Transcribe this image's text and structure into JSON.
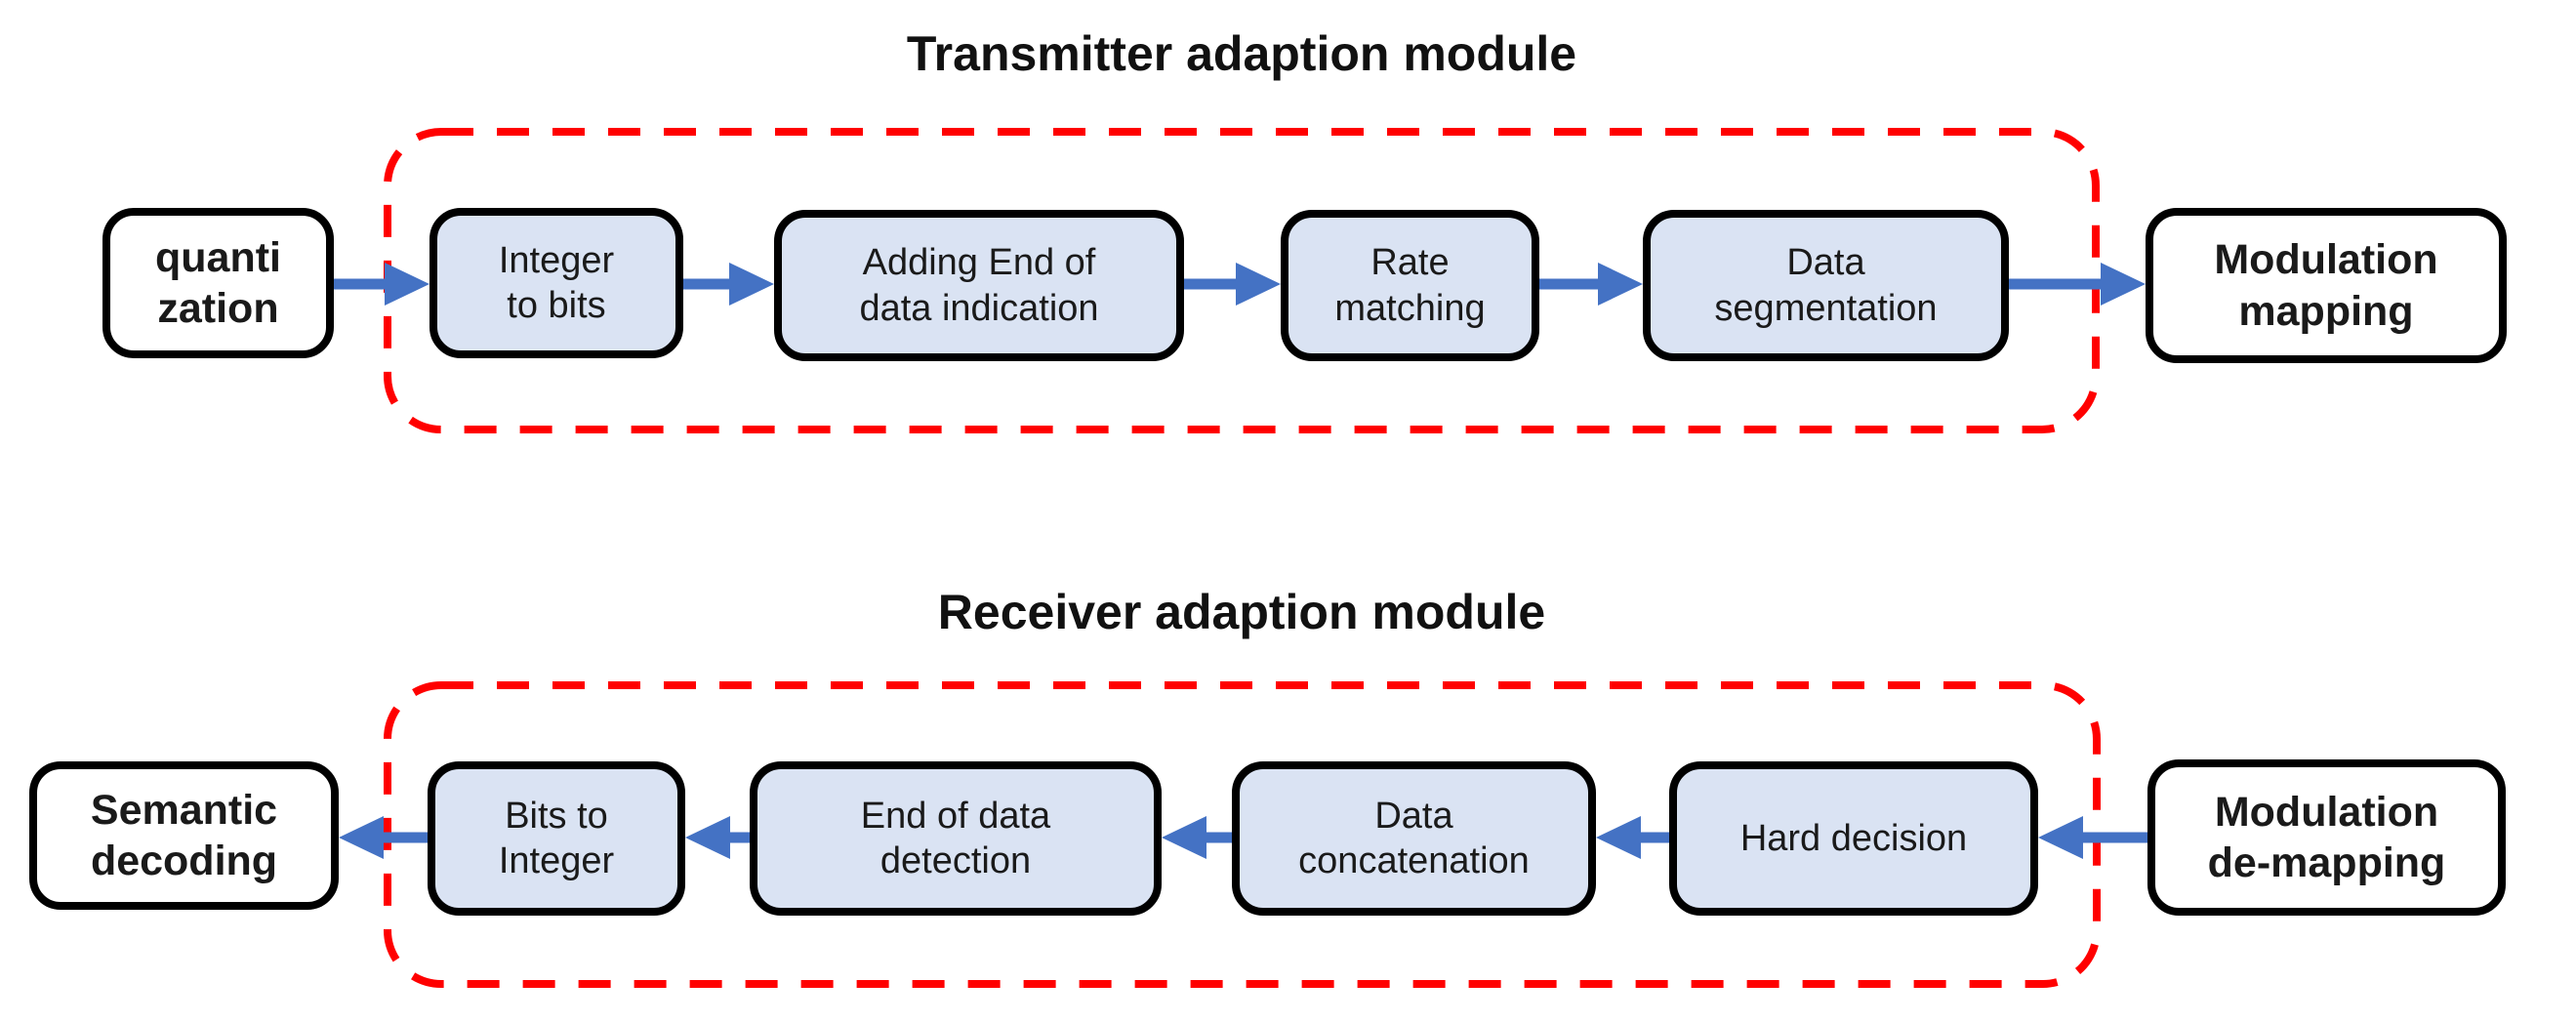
{
  "colors": {
    "step_box_fill": "#DAE3F3",
    "io_box_fill": "#FFFFFF",
    "box_border": "#000000",
    "arrow": "#4472C4",
    "module_boundary_dashed": "#FF0000",
    "title_text": "#111111"
  },
  "transmitter": {
    "title": "Transmitter adaption module",
    "input": {
      "label": "quanti\nzation"
    },
    "steps": [
      {
        "label": "Integer\nto bits"
      },
      {
        "label": "Adding End of\ndata indication"
      },
      {
        "label": "Rate\nmatching"
      },
      {
        "label": "Data\nsegmentation"
      }
    ],
    "output": {
      "label": "Modulation\nmapping"
    }
  },
  "receiver": {
    "title": "Receiver adaption module",
    "output": {
      "label": "Semantic\ndecoding"
    },
    "steps": [
      {
        "label": "Bits to\nInteger"
      },
      {
        "label": "End of data\ndetection"
      },
      {
        "label": "Data\nconcatenation"
      },
      {
        "label": "Hard decision"
      }
    ],
    "input": {
      "label": "Modulation\nde-mapping"
    }
  }
}
